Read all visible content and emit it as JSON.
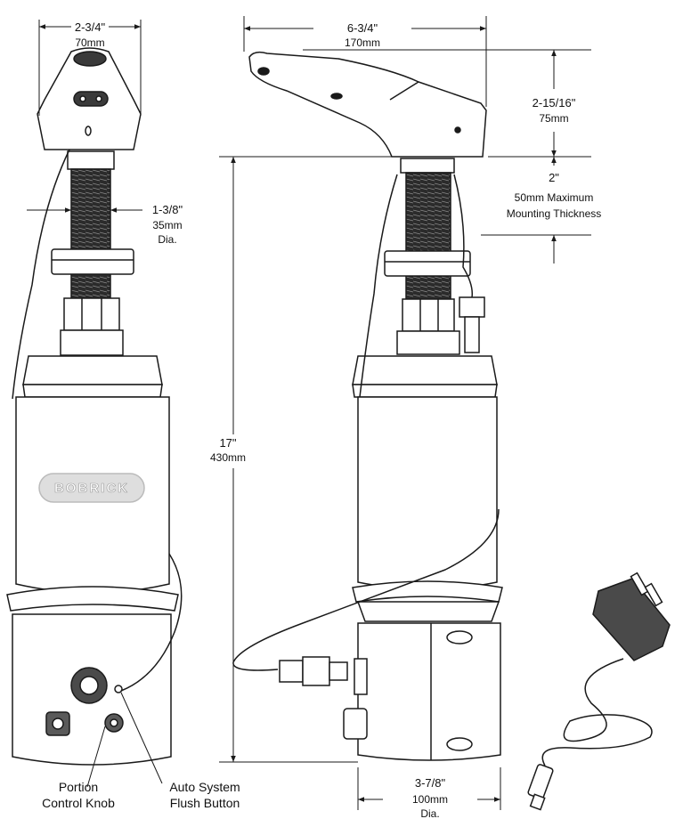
{
  "dimensions": {
    "front_width_in": "2-3/4\"",
    "front_width_mm": "70mm",
    "spout_length_in": "6-3/4\"",
    "spout_length_mm": "170mm",
    "spout_height_in": "2-15/16\"",
    "spout_height_mm": "75mm",
    "shank_dia_in": "1-3/8\"",
    "shank_dia_mm": "35mm",
    "shank_dia_suffix": "Dia.",
    "mount_in": "2\"",
    "mount_line1": "50mm Maximum",
    "mount_line2": "Mounting Thickness",
    "total_height_in": "17\"",
    "total_height_mm": "430mm",
    "base_dia_in": "3-7/8\"",
    "base_dia_mm": "100mm",
    "base_dia_suffix": "Dia."
  },
  "labels": {
    "brand": "BOBRICK",
    "portion_line1": "Portion",
    "portion_line2": "Control Knob",
    "flush_line1": "Auto System",
    "flush_line2": "Flush Button"
  },
  "colors": {
    "line": "#1a1a1a",
    "fill": "#ffffff",
    "thread": "#2b2b2b",
    "dim_tick": "#c0392b"
  }
}
